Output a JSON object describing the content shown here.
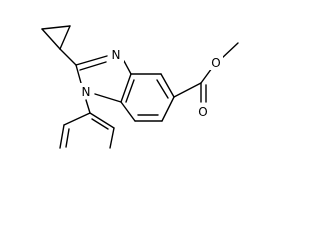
{
  "molecule": {
    "atom_labels": [
      {
        "id": "N3",
        "text": "N"
      },
      {
        "id": "N1",
        "text": "N"
      },
      {
        "id": "O_carbonyl",
        "text": "O"
      },
      {
        "id": "O_ester",
        "text": "O"
      }
    ]
  },
  "colors": {
    "bond": "#000000",
    "label": "#000000",
    "background": "#ffffff"
  }
}
